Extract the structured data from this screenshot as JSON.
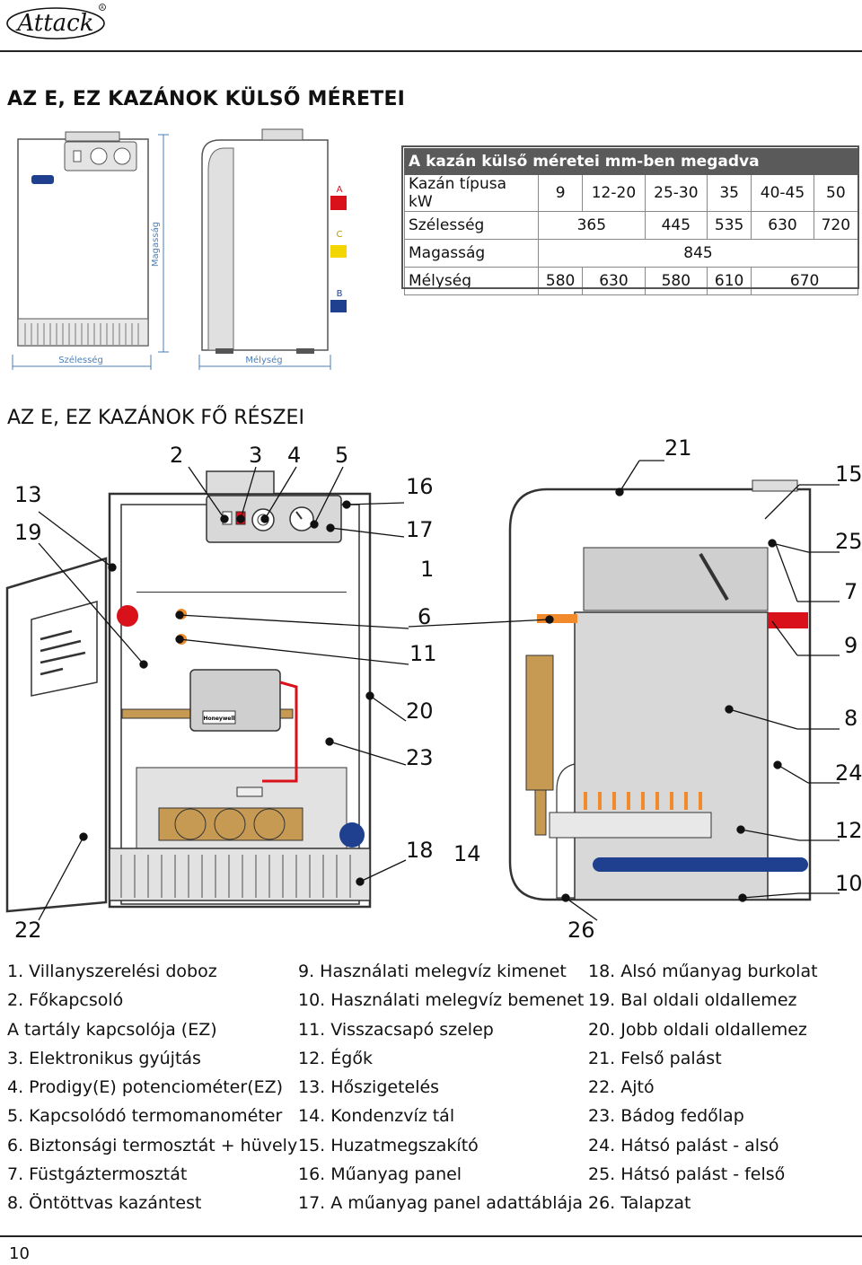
{
  "brand": "Attack",
  "section1_title": "AZ E, EZ KAZÁNOK KÜLSŐ MÉRETEI",
  "section2_title": "AZ E, EZ KAZÁNOK FŐ RÉSZEI",
  "dim_labels": {
    "height": "Magasság",
    "width": "Szélesség",
    "depth": "Mélység",
    "a": "A",
    "b": "B",
    "c": "C"
  },
  "dims_table": {
    "header": "A kazán külső méretei mm-ben megadva",
    "type_label": "Kazán típusa kW",
    "types": [
      "9",
      "12-20",
      "25-30",
      "35",
      "40-45",
      "50"
    ],
    "width_label": "Szélesség",
    "width_values": [
      "365",
      "445",
      "535",
      "630",
      "720"
    ],
    "height_label": "Magasság",
    "height_value": "845",
    "depth_label": "Mélység",
    "depth_values": [
      "580",
      "630",
      "580",
      "610",
      "670"
    ]
  },
  "callouts": [
    "13",
    "19",
    "2",
    "3",
    "4",
    "5",
    "16",
    "17",
    "1",
    "6",
    "11",
    "20",
    "23",
    "18",
    "14",
    "22",
    "21",
    "15",
    "25",
    "7",
    "9",
    "8",
    "24",
    "12",
    "10",
    "26"
  ],
  "legend": {
    "col1": [
      "1. Villanyszerelési doboz",
      "2. Főkapcsoló",
      "A tartály kapcsolója (EZ)",
      "3. Elektronikus gyújtás",
      "4. Prodigy(E) potenciométer(EZ)",
      "5. Kapcsolódó termomanométer",
      "6. Biztonsági termosztát + hüvely",
      "7. Füstgáztermosztát",
      "8. Öntöttvas kazántest"
    ],
    "col2": [
      "9. Használati melegvíz kimenet",
      "10. Használati melegvíz bemenet",
      "11. Visszacsapó szelep",
      "12. Égők",
      "13. Hőszigetelés",
      "14. Kondenzvíz tál",
      "15. Huzatmegszakító",
      "16. Műanyag panel",
      "17. A műanyag panel adattáblája"
    ],
    "col3": [
      "18. Alsó műanyag burkolat",
      "19. Bal oldali oldallemez",
      "20. Jobb oldali oldallemez",
      "21. Felső palást",
      "22. Ajtó",
      "23. Bádog fedőlap",
      "24. Hátsó palást - alsó",
      "25. Hátsó palást - felső",
      "26. Talapzat"
    ]
  },
  "valve_brand": "Honeywell",
  "page_number": "10",
  "colors": {
    "accent_blue": "#1f3f8f",
    "red": "#d8111b",
    "yellow": "#f3d500",
    "orange": "#f08a2a",
    "bronze": "#c79a54"
  }
}
